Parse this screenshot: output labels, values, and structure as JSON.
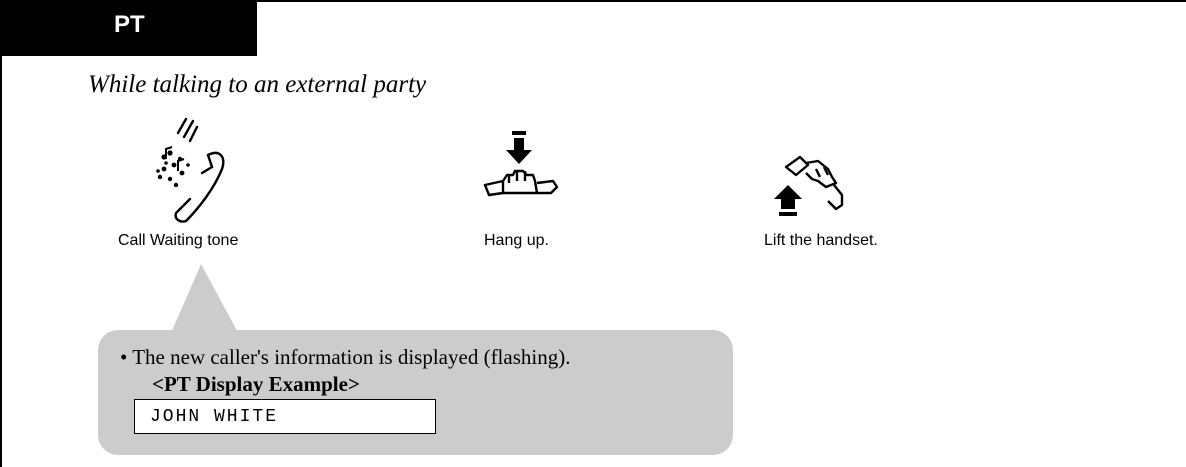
{
  "section_tab": {
    "label": "PT"
  },
  "subtitle": "While talking to an external party",
  "steps": [
    {
      "icon": "ringing-handset-icon",
      "caption": "Call Waiting tone"
    },
    {
      "icon": "hang-up-icon",
      "caption": "Hang up."
    },
    {
      "icon": "lift-handset-icon",
      "caption": "Lift the handset."
    }
  ],
  "note": {
    "bullet": "• The new caller's information is displayed (flashing).",
    "example_label": "<PT Display Example>",
    "display_text": "JOHN WHITE"
  }
}
